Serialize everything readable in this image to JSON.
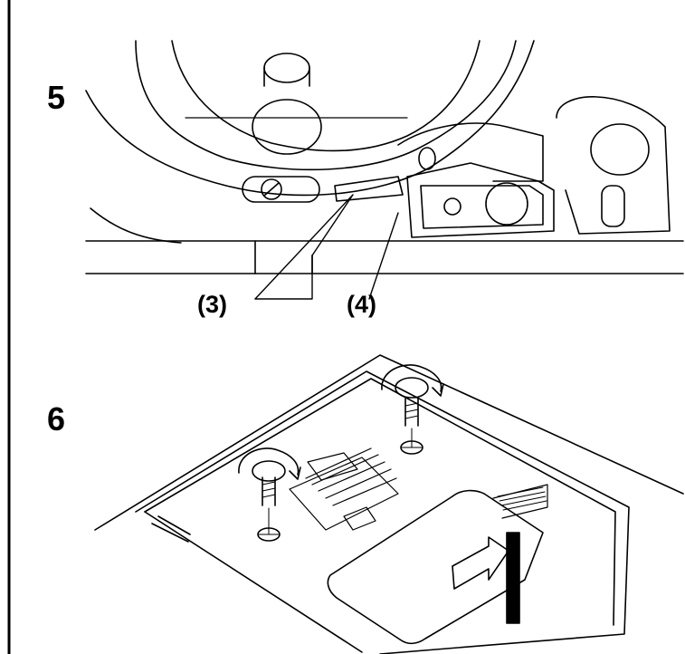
{
  "steps": {
    "step5": {
      "number": "5",
      "callouts": {
        "c3": "(3)",
        "c4": "(4)"
      }
    },
    "step6": {
      "number": "6"
    }
  },
  "colors": {
    "ink": "#000000",
    "paper": "#ffffff"
  },
  "icons": {
    "rotate_arrow": "counterclockwise-rotate-arrow-icon",
    "direction_arrow": "slide-direction-arrow-icon",
    "screw": "screw-icon"
  }
}
